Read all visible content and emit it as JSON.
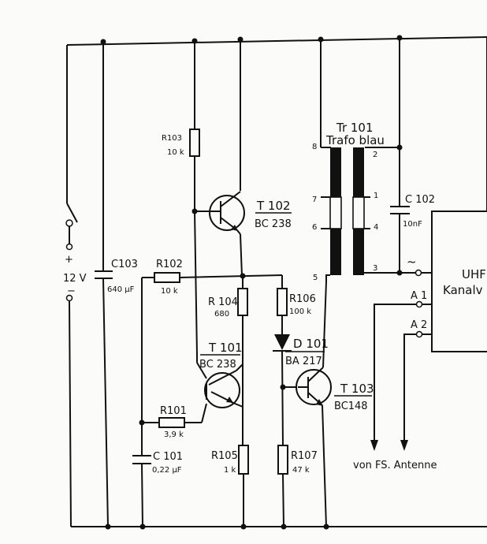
{
  "supply": {
    "plus": "+",
    "voltage": "12 V",
    "minus": "−"
  },
  "C103": {
    "name": "C103",
    "value": "640 µF"
  },
  "R102": {
    "name": "R102",
    "value": "10 k"
  },
  "R103": {
    "name": "R103",
    "value": "10 k"
  },
  "T102": {
    "name": "T 102",
    "type": "BC 238"
  },
  "R104": {
    "name": "R 104",
    "value": "680"
  },
  "T101": {
    "name": "T 101",
    "type": "BC 238"
  },
  "R101": {
    "name": "R101",
    "value": "3,9 k"
  },
  "C101": {
    "name": "C 101",
    "value": "0,22 µF"
  },
  "R105": {
    "name": "R105",
    "value": "1 k"
  },
  "R106": {
    "name": "R106",
    "value": "100 k"
  },
  "D101": {
    "name": "D 101",
    "type": "BA 217"
  },
  "R107": {
    "name": "R107",
    "value": "47 k"
  },
  "T103": {
    "name": "T 103",
    "type": "BC148"
  },
  "Tr101": {
    "name": "Tr 101",
    "desc": "Trafo blau",
    "pins": [
      "8",
      "2",
      "7",
      "1",
      "6",
      "4",
      "5",
      "3"
    ]
  },
  "C102": {
    "name": "C 102",
    "value": "10nF"
  },
  "module": {
    "line1": "UHF",
    "line2": "Kanalv"
  },
  "terminals": {
    "ac": "~",
    "a1": "A 1",
    "a2": "A 2"
  },
  "antenna": "von FS. Antenne"
}
